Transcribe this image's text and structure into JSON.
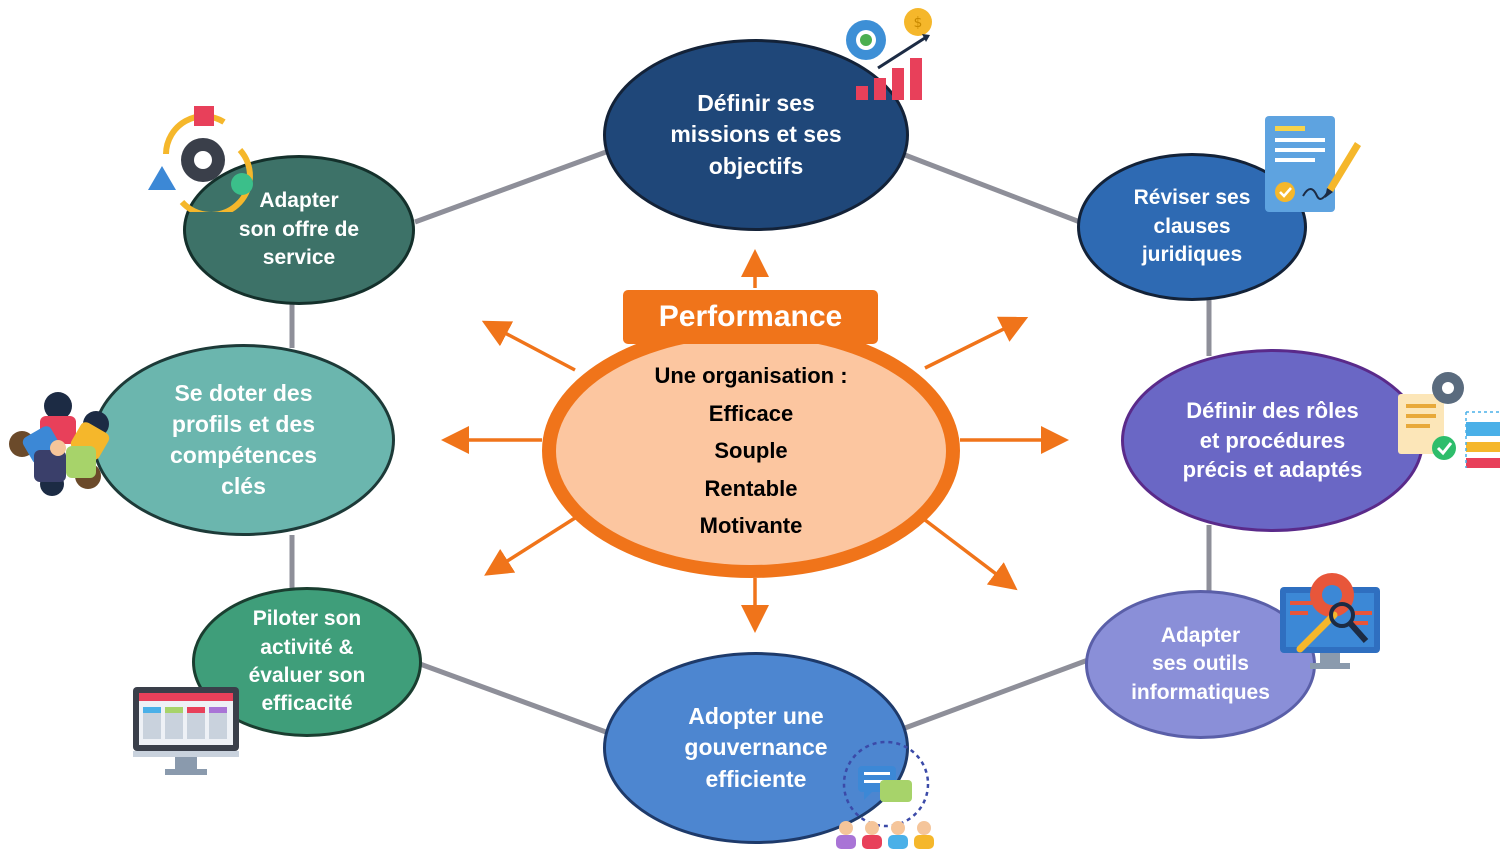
{
  "center": {
    "banner": "Performance",
    "lines": [
      "Une organisation :",
      "Efficace",
      "Souple",
      "Rentable",
      "Motivante"
    ]
  },
  "nodes": {
    "missions": "Définir ses\nmissions et ses\nobjectifs",
    "clauses": "Réviser ses\nclauses\njuridiques",
    "roles": "Définir des rôles\net procédures\nprécis et adaptés",
    "outils": "Adapter\nses outils\ninformatiques",
    "gouvernance": "Adopter une\ngouvernance\nefficiente",
    "piloter": "Piloter son\nactivité &\névaluer son\nefficacité",
    "profils": "Se doter des\nprofils et des\ncompétences\nclés",
    "offre": "Adapter\nson offre de\nservice"
  },
  "colors": {
    "accent_orange": "#f0741a",
    "center_fill": "#fcc6a0",
    "connector": "#8e8f99"
  },
  "icons": [
    "growth-chart-icon",
    "contract-pen-icon",
    "procedure-settings-icon",
    "repair-monitor-icon",
    "team-chat-icon",
    "dashboard-monitor-icon",
    "team-puzzle-icon",
    "process-cycle-icon"
  ]
}
